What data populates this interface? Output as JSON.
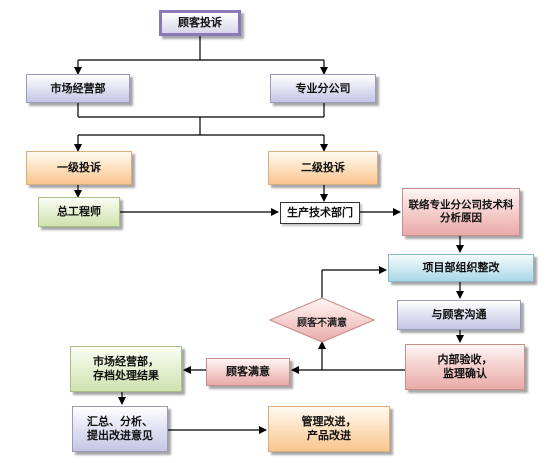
{
  "nodes": {
    "complaint": "顾客投诉",
    "marketing_dept": "市场经营部",
    "branch_company": "专业分公司",
    "level1_complaint": "一级投诉",
    "level2_complaint": "二级投诉",
    "chief_engineer": "总工程师",
    "production_dept": "生产技术部门",
    "joint_analysis": "联络专业分公司技术科分析原因",
    "project_rectify": "项目部组织整改",
    "communicate": "与顾客沟通",
    "dissatisfied": "顾客不满意",
    "internal_check_line1": "内部验收，",
    "internal_check_line2": "监理确认",
    "satisfied": "顾客满意",
    "archive_line1": "市场经营部，",
    "archive_line2": "存档处理结果",
    "summary_line1": "汇总、分析、",
    "summary_line2": "提出改进意见",
    "improve_line1": "管理改进，",
    "improve_line2": "产品改进"
  }
}
